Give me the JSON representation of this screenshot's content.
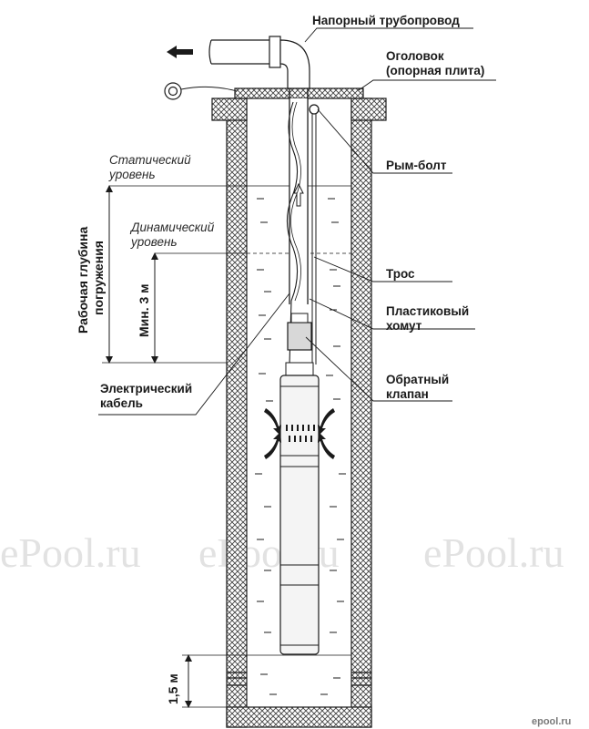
{
  "labels": {
    "pressure_pipe": "Напорный трубопровод",
    "wellhead_1": "Оголовок",
    "wellhead_2": "(опорная плита)",
    "eye_bolt": "Рым-болт",
    "static_1": "Статический",
    "static_2": "уровень",
    "dynamic_1": "Динамический",
    "dynamic_2": "уровень",
    "depth_1": "Рабочая глубина",
    "depth_2": "погружения",
    "min_depth": "Мин. 3 м",
    "rope": "Трос",
    "clamp_1": "Пластиковый",
    "clamp_2": "хомут",
    "cable_1": "Электрический",
    "cable_2": "кабель",
    "check_valve_1": "Обратный",
    "check_valve_2": "клапан",
    "bottom_gap": "1,5 м"
  },
  "watermark": "ePool.ru",
  "logo": "epool.ru",
  "colors": {
    "line": "#1a1a1a",
    "hatch": "#444444",
    "pump_fill": "#f4f4f4",
    "watermark": "#d9d9d9"
  }
}
